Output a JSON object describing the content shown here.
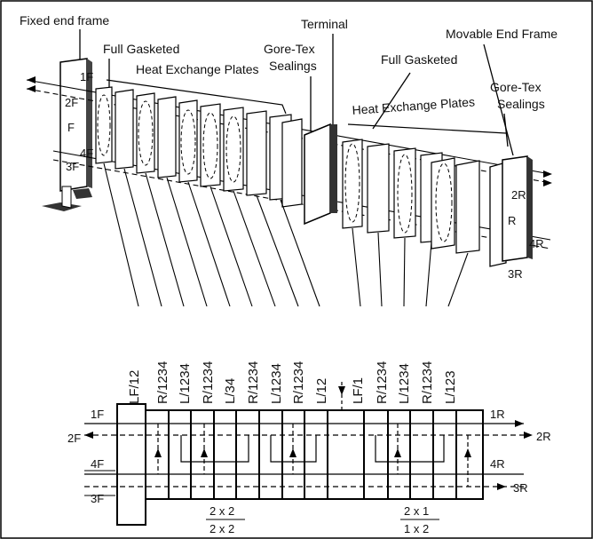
{
  "labels": {
    "fixed_end_frame": "Fixed end frame",
    "full_gasketed_left": "Full Gasketed",
    "heat_exchange_plates_left": "Heat Exchange Plates",
    "terminal": "Terminal",
    "gore_tex_left_1": "Gore-Tex",
    "gore_tex_left_2": "Sealings",
    "full_gasketed_right": "Full Gasketed",
    "movable_end_frame": "Movable End Frame",
    "gore_tex_right_1": "Gore-Tex",
    "gore_tex_right_2": "Sealings",
    "heat_exchange_plates_right": "Heat Exchange Plates"
  },
  "front_frame_ports": [
    "1F",
    "2F",
    "F",
    "4F",
    "3F"
  ],
  "rear_frame_ports": [
    "2R",
    "R",
    "4R",
    "3R"
  ],
  "plate_codes": [
    "LF/12",
    "R/1234",
    "L/1234",
    "R/1234",
    "L/34",
    "R/1234",
    "L/1234",
    "R/1234",
    "L/12",
    "LF/1",
    "R/1234",
    "L/1234",
    "R/1234",
    "L/123"
  ],
  "flow_ports_left": [
    "1F",
    "2F",
    "4F",
    "3F"
  ],
  "flow_ports_right": [
    "1R",
    "2R",
    "4R",
    "3R"
  ],
  "pass_left": {
    "num": "2 x 2",
    "den": "2 x 2"
  },
  "pass_right": {
    "num": "2 x 1",
    "den": "1 x 2"
  }
}
